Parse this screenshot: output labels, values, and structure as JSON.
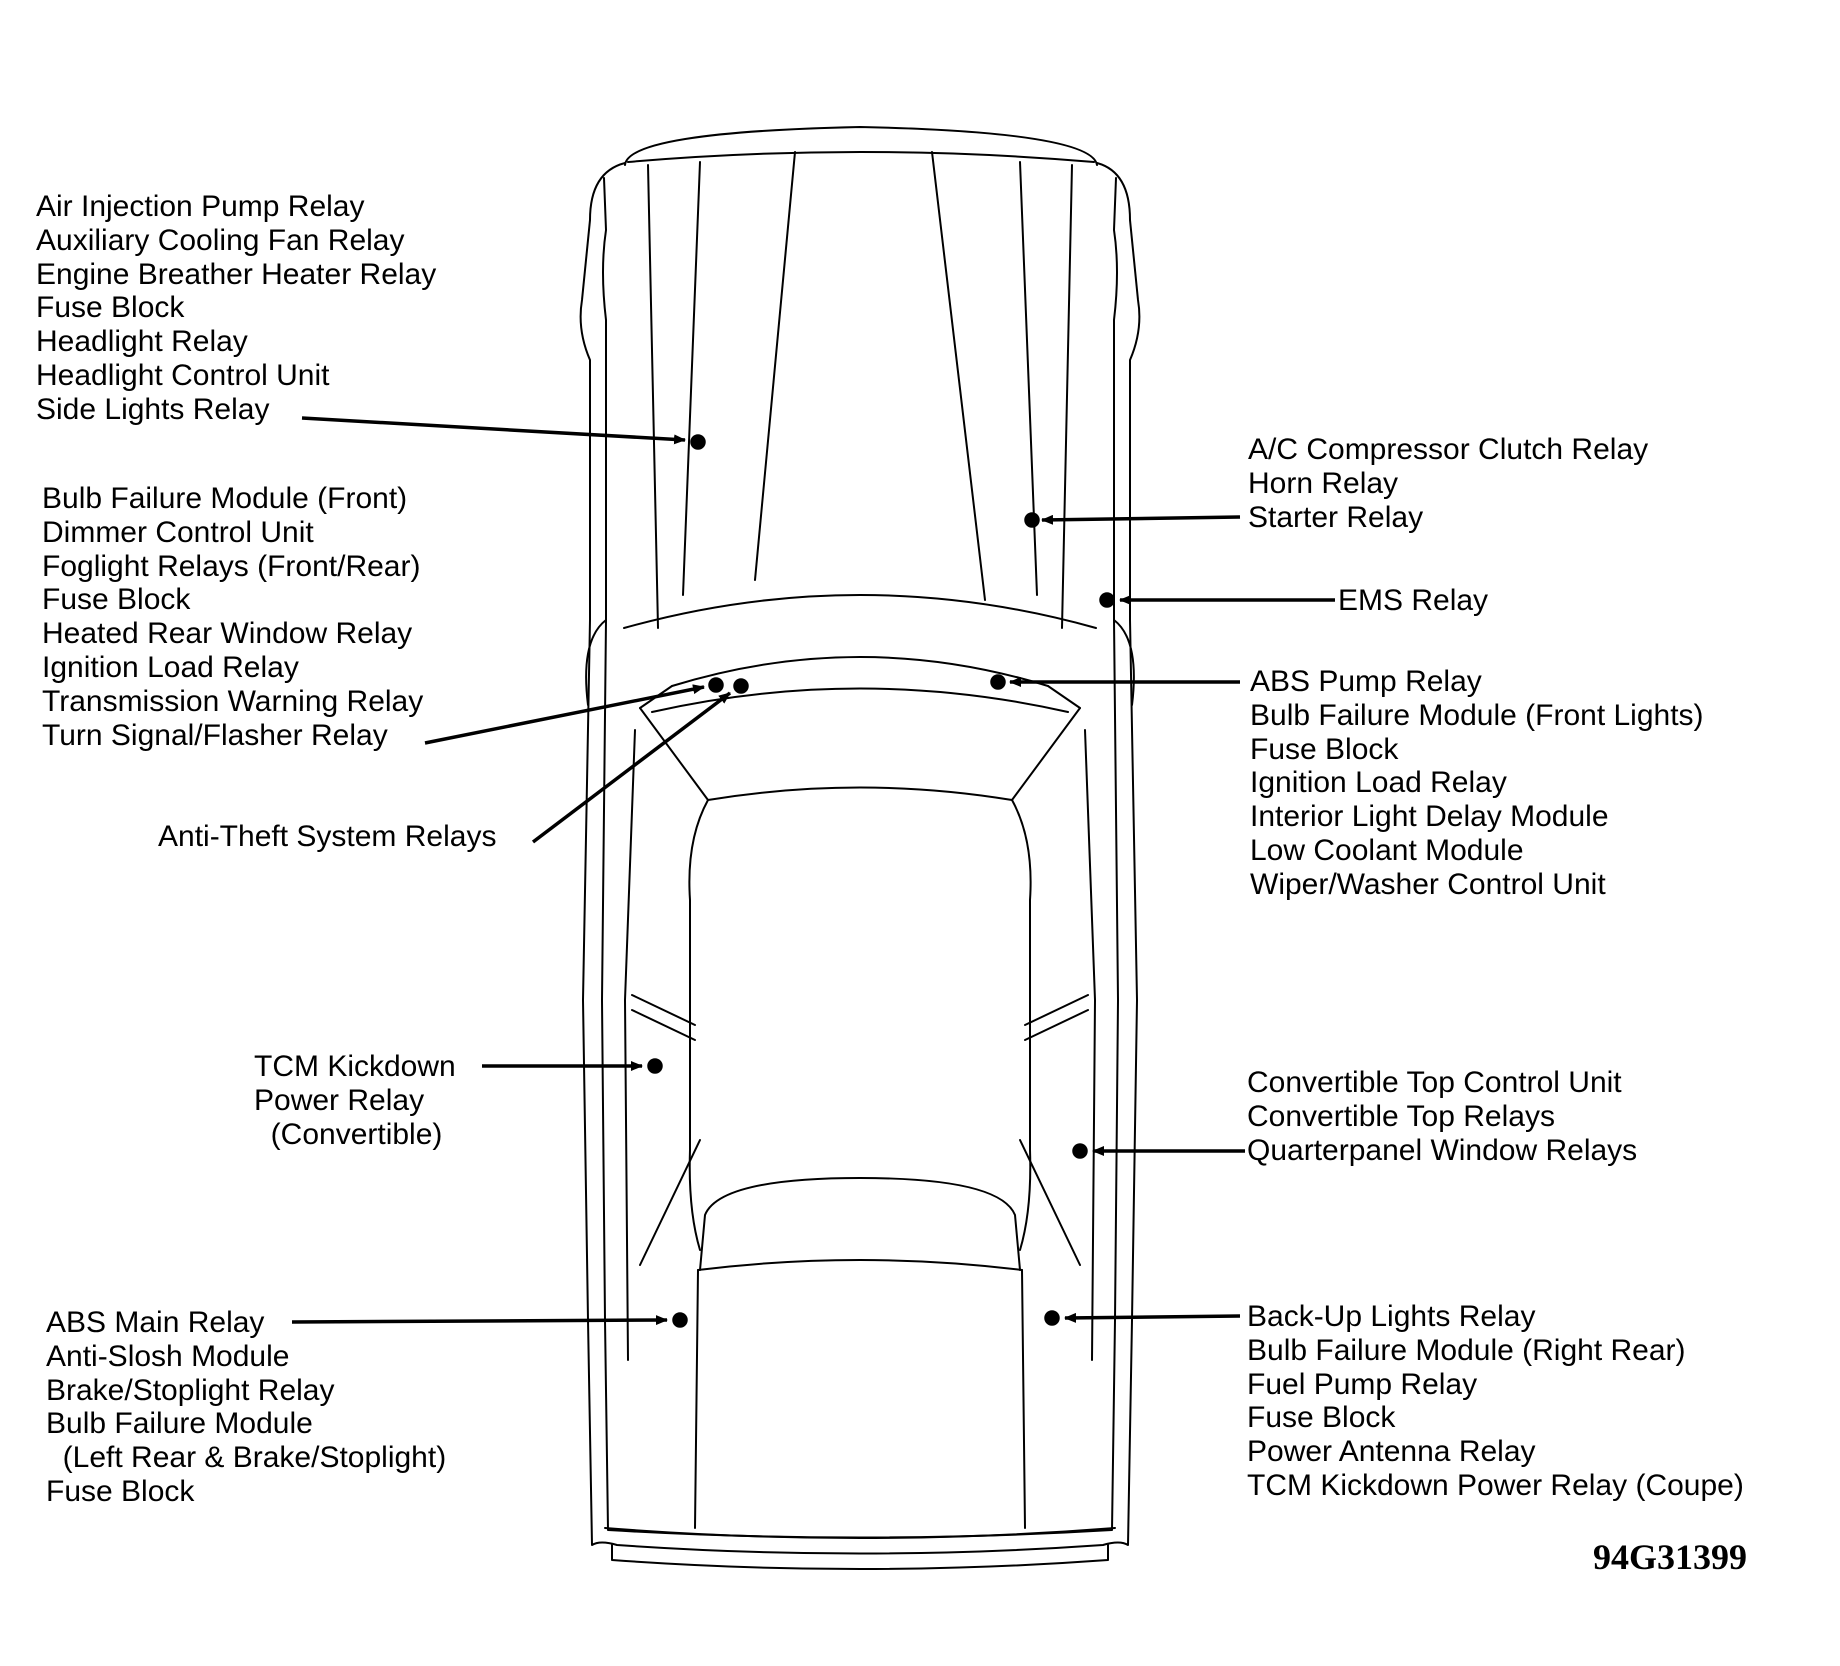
{
  "colors": {
    "ink": "#000000",
    "paper": "#ffffff"
  },
  "figure_id": "94G31399",
  "groups": {
    "front_left": [
      "Air Injection Pump Relay",
      "Auxiliary Cooling Fan Relay",
      "Engine Breather Heater Relay",
      "Fuse Block",
      "Headlight Relay",
      "Headlight Control Unit",
      "Side Lights Relay"
    ],
    "front_right": [
      "A/C Compressor Clutch Relay",
      "Horn Relay",
      "Starter Relay"
    ],
    "ems": [
      "EMS Relay"
    ],
    "dash_left": [
      "Bulb Failure Module (Front)",
      "Dimmer Control Unit",
      "Foglight Relays (Front/Rear)",
      "Fuse Block",
      "Heated Rear Window Relay",
      "Ignition Load Relay",
      "Transmission Warning Relay",
      "Turn Signal/Flasher Relay"
    ],
    "dash_right": [
      "ABS Pump Relay",
      "Bulb Failure Module (Front Lights)",
      "Fuse Block",
      "Ignition Load Relay",
      "Interior Light Delay Module",
      "Low Coolant Module",
      "Wiper/Washer Control Unit"
    ],
    "anti_theft": [
      "Anti-Theft System Relays"
    ],
    "tcm_convertible": [
      "TCM Kickdown",
      "Power Relay",
      "  (Convertible)"
    ],
    "convertible_top": [
      "Convertible Top Control Unit",
      "Convertible Top Relays",
      "Quarterpanel Window Relays"
    ],
    "rear_left": [
      "ABS Main Relay",
      "Anti-Slosh Module",
      "Brake/Stoplight Relay",
      "Bulb Failure Module",
      "  (Left Rear & Brake/Stoplight)",
      "Fuse Block"
    ],
    "rear_right": [
      "Back-Up Lights Relay",
      "Bulb Failure Module (Right Rear)",
      "Fuel Pump Relay",
      "Fuse Block",
      "Power Antenna Relay",
      "TCM Kickdown Power Relay (Coupe)"
    ]
  }
}
